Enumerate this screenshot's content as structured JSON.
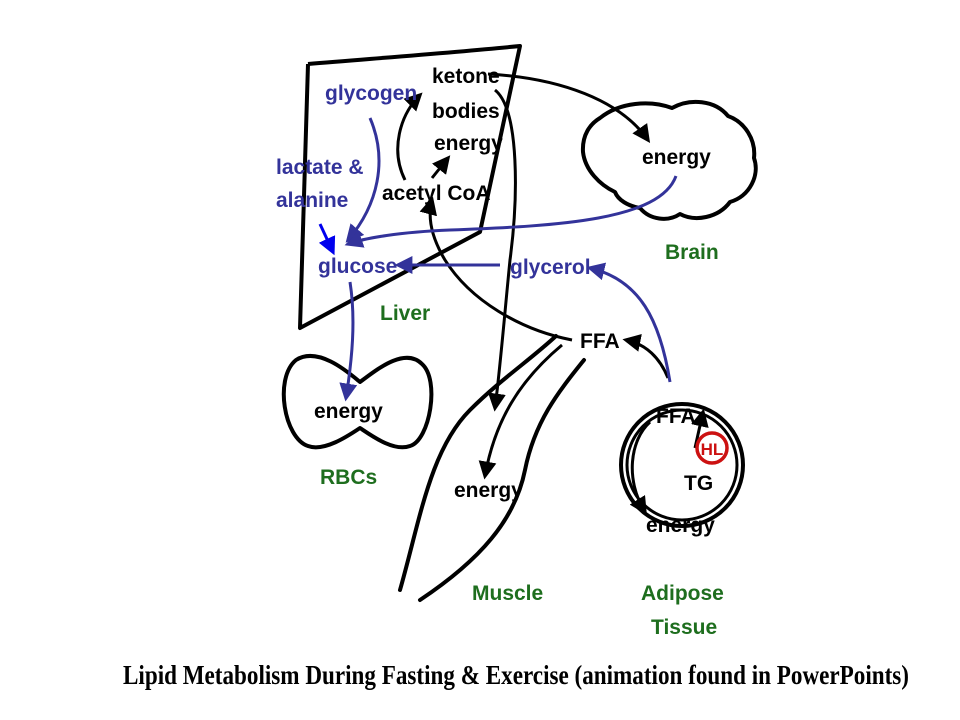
{
  "diagram": {
    "liver": {
      "name": "Liver",
      "glycogen": "glycogen",
      "ketone_bodies_line1": "ketone",
      "ketone_bodies_line2": "bodies",
      "energy": "energy",
      "acetyl_coa": "acetyl CoA",
      "lactate_alanine_line1": "lactate &",
      "lactate_alanine_line2": "alanine",
      "glucose": "glucose"
    },
    "glycerol": "glycerol",
    "ffa": "FFA",
    "brain": {
      "name": "Brain",
      "energy": "energy"
    },
    "rbcs": {
      "name": "RBCs",
      "energy": "energy"
    },
    "muscle": {
      "name": "Muscle",
      "energy": "energy"
    },
    "adipose": {
      "name_line1": "Adipose",
      "name_line2": "Tissue",
      "ffa": "FFA",
      "tg": "TG",
      "hl": "HL",
      "energy": "energy"
    },
    "caption": "Lipid Metabolism During Fasting & Exercise (animation found in PowerPoints)",
    "colors": {
      "metabolite_blue": "#33339a",
      "organ_green": "#1e6e1e",
      "enzyme_red": "#cc1111",
      "black": "#000000"
    }
  }
}
